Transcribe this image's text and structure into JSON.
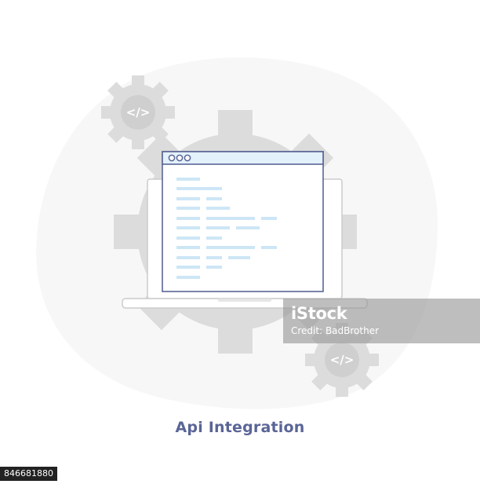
{
  "illustration": {
    "title": "Api Integration",
    "gear_code_symbol": "</>",
    "window_dots": [
      "●",
      "●",
      "●"
    ],
    "icons": [
      "gear-icon",
      "laptop-icon",
      "browser-window-icon",
      "code-lines-icon"
    ],
    "colors": {
      "title_text": "#5a6596",
      "window_outline": "#5a6596",
      "window_titlebar": "#e3f1fb",
      "code_lines": "#cde6f6",
      "gears": "#dcdcdc",
      "blob_background": "#f7f7f7"
    }
  },
  "watermark": {
    "logo": "iStock",
    "credit": "Credit: BadBrother"
  },
  "stock_id": "846681880"
}
